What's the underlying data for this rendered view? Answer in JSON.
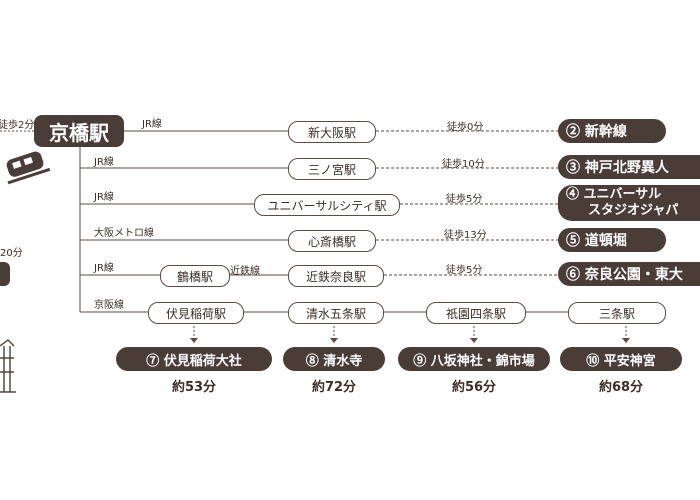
{
  "left": {
    "walk_top": "徒歩2分",
    "walk_bottom": "20分"
  },
  "hub": {
    "name": "京橋駅"
  },
  "lines": [
    {
      "line": "JR線",
      "station": "新大阪駅",
      "walk": "徒歩0分",
      "dest": "② 新幹線"
    },
    {
      "line": "JR線",
      "station": "三ノ宮駅",
      "walk": "徒歩10分",
      "dest": "③ 神戸北野異人"
    },
    {
      "line": "JR線",
      "station": "ユニバーサルシティ駅",
      "walk": "徒歩5分",
      "dest_line1": "④ ユニバーサル",
      "dest_line2": "スタジオジャパ"
    },
    {
      "line": "大阪メトロ線",
      "station": "心斎橋駅",
      "walk": "徒歩13分",
      "dest": "⑤ 道頓堀"
    },
    {
      "line": "JR線",
      "via_station": "鶴橋駅",
      "via_line": "近鉄線",
      "station": "近鉄奈良駅",
      "walk": "徒歩5分",
      "dest": "⑥ 奈良公園・東大"
    }
  ],
  "keihan": {
    "line": "京阪線",
    "stops": [
      {
        "station": "伏見稲荷駅",
        "dest": "⑦ 伏見稲荷大社",
        "time": "約53分"
      },
      {
        "station": "清水五条駅",
        "dest": "⑧ 清水寺",
        "time": "約72分"
      },
      {
        "station": "祇園四条駅",
        "dest": "⑨ 八坂神社・錦市場",
        "time": "約56分"
      },
      {
        "station": "三条駅",
        "dest": "⑩ 平安神宮",
        "time": "約68分"
      }
    ]
  },
  "colors": {
    "box": "#4a3d38",
    "line": "#5a4c46"
  },
  "icons": {
    "train": "train-icon",
    "shrine": "shrine-icon"
  }
}
